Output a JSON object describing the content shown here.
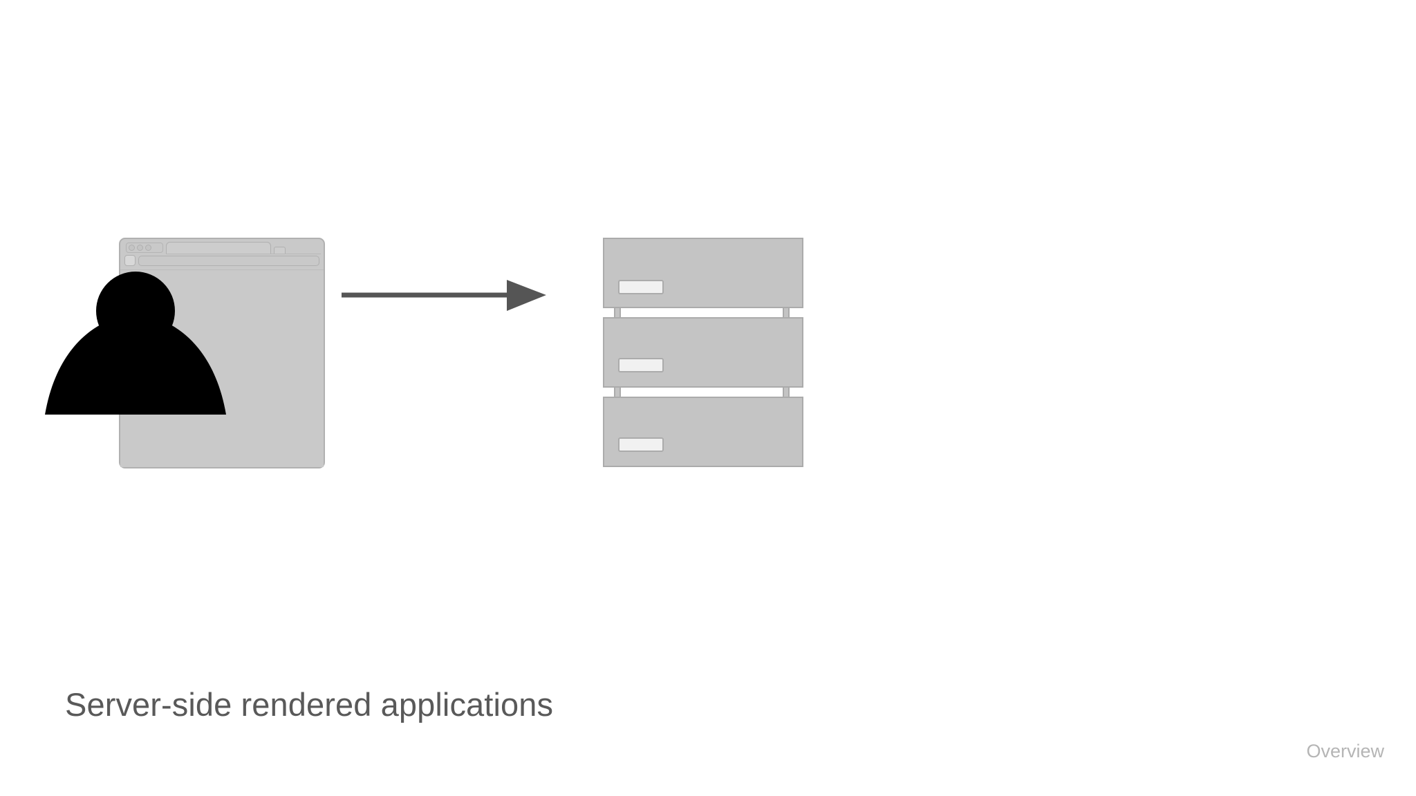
{
  "slide": {
    "title": "Server-side rendered applications",
    "footer": "Overview",
    "background_color": "#ffffff",
    "title_color": "#595959",
    "footer_color": "#b5b5b5"
  },
  "diagram": {
    "type": "client-server-flow",
    "client": {
      "label_icons": {
        "person": "user-silhouette-icon",
        "browser": "browser-window-icon"
      },
      "browser": {
        "traffic_light_count": 3,
        "tab_count": 1,
        "has_new_tab_button": true,
        "has_address_bar": true,
        "chrome_color": "#c9c9c9",
        "border_color": "#b0b0b0"
      },
      "person_color": "#000000"
    },
    "arrow": {
      "icon": "arrow-right-icon",
      "direction": "client-to-server",
      "color": "#555555"
    },
    "server": {
      "icon": "server-stack-icon",
      "unit_count": 3,
      "units": [
        {
          "led": "status-indicator"
        },
        {
          "led": "status-indicator"
        },
        {
          "led": "status-indicator"
        }
      ],
      "body_color": "#c4c4c4",
      "border_color": "#ababab",
      "led_color": "#f1f1f1"
    }
  }
}
